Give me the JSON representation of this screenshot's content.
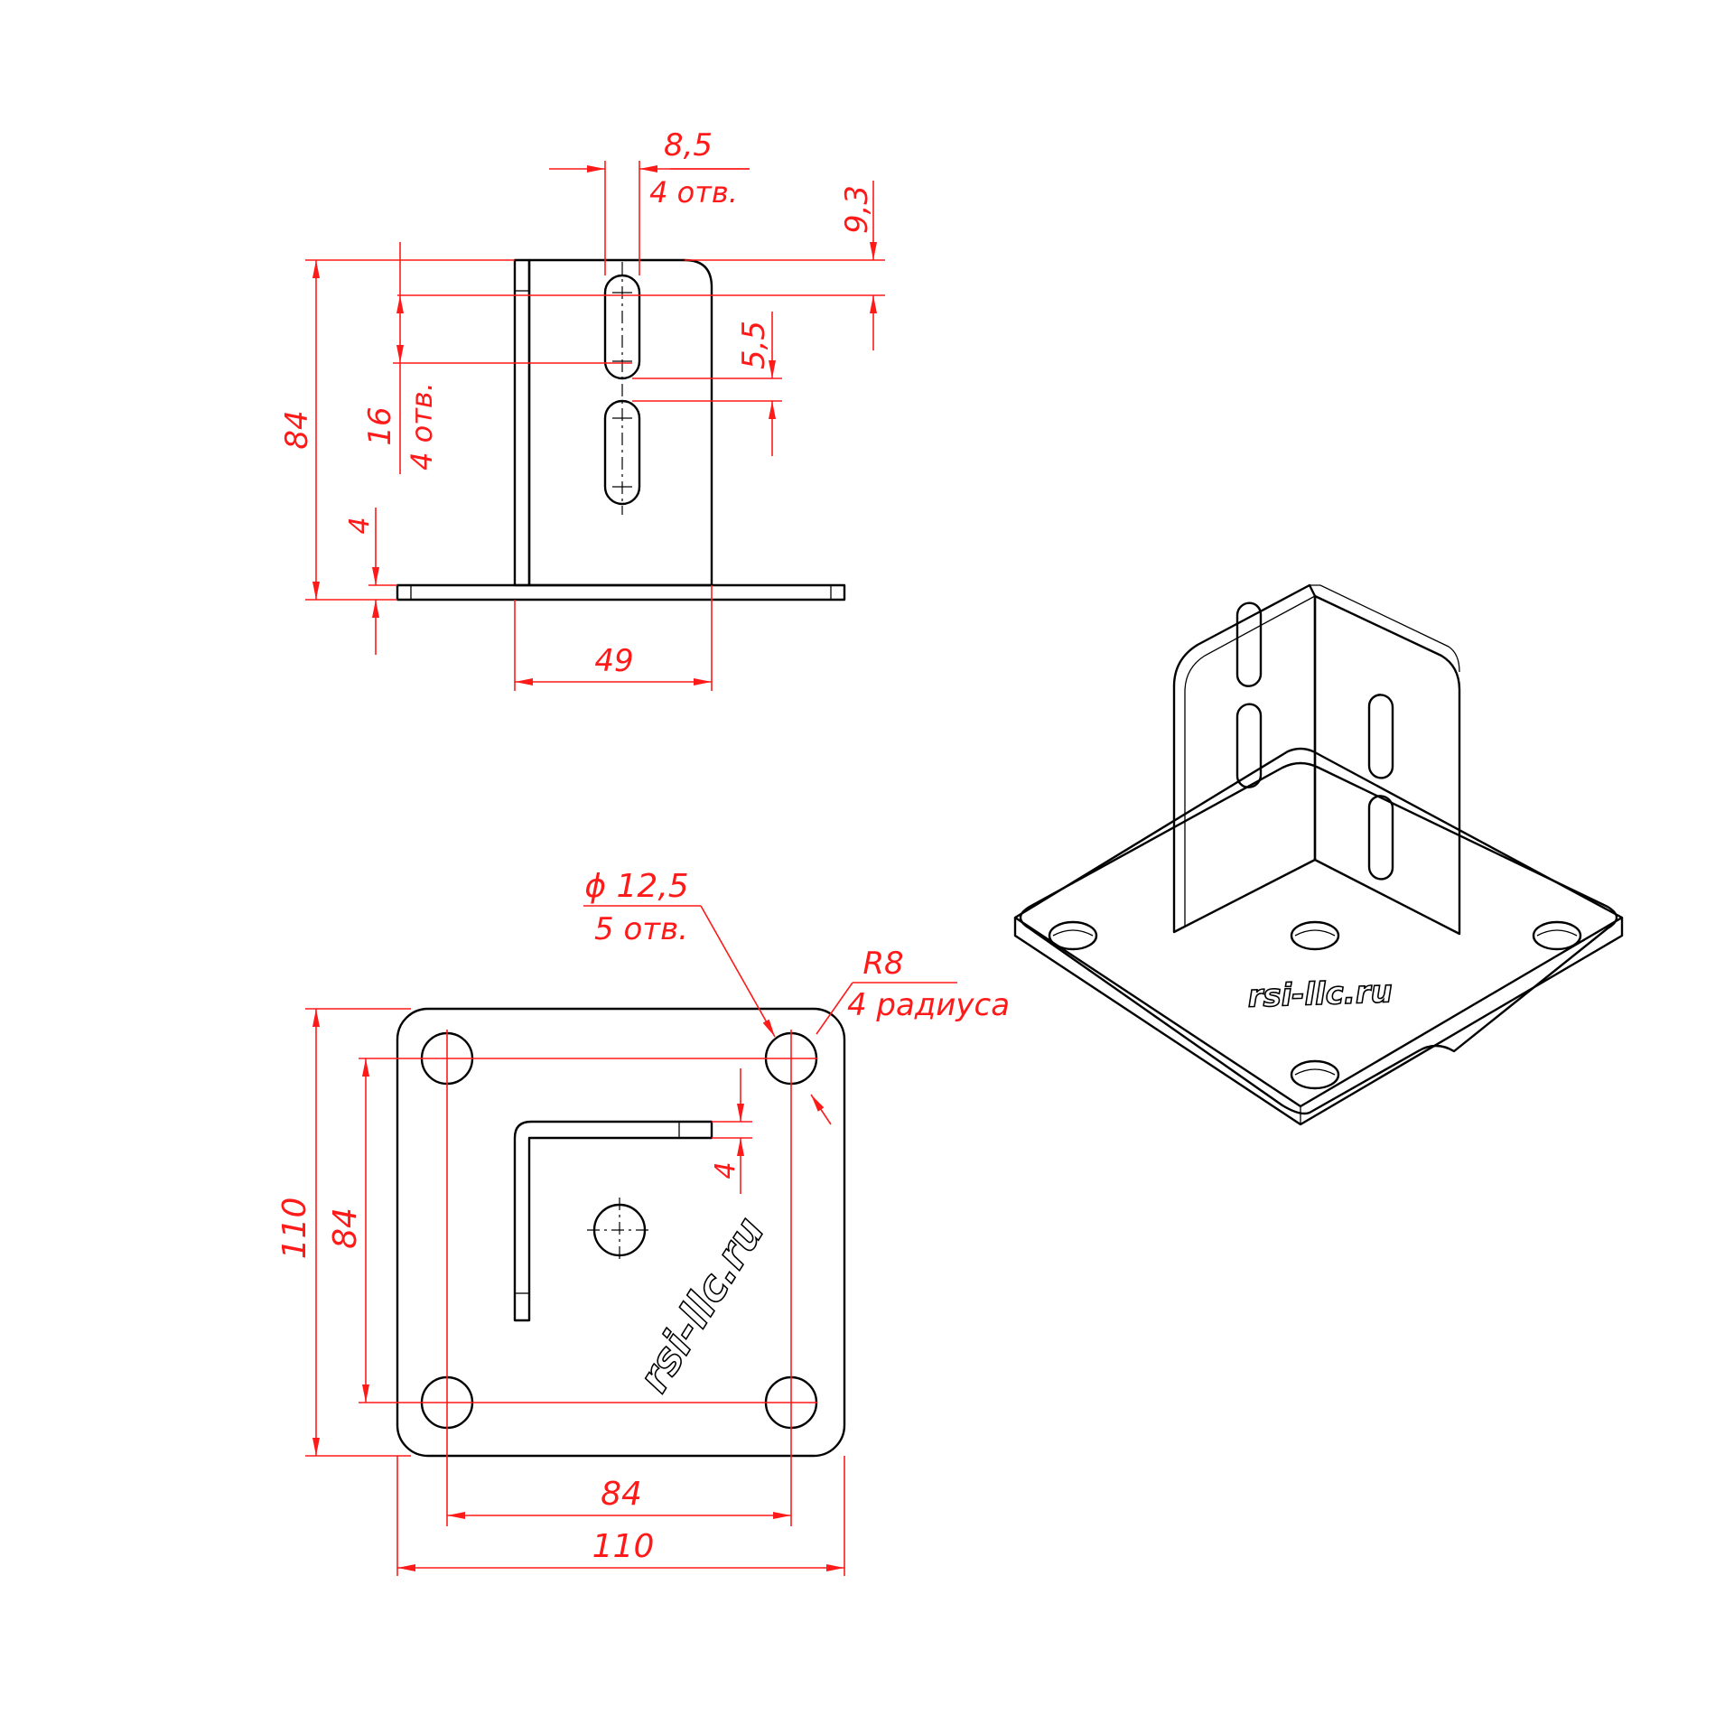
{
  "front_view": {
    "hole_width": "8,5",
    "hole_width_count": "4 отв.",
    "top_offset": "9,3",
    "hole_gap": "5,5",
    "total_height": "84",
    "slot_length": "16",
    "slot_count": "4 отв.",
    "plate_thickness": "4",
    "flange_width": "49"
  },
  "top_view": {
    "hole_diameter": "ϕ 12,5",
    "hole_count": "5 отв.",
    "corner_radius": "R8",
    "corner_radius_count": "4 радиуса",
    "angle_thickness": "4",
    "height_outer": "110",
    "height_inner": "84",
    "width_inner": "84",
    "width_outer": "110",
    "logo": "rsi-llc.ru"
  },
  "iso_view": {
    "logo": "rsi-llc.ru"
  },
  "colors": {
    "dimension": "#ff1a1a",
    "outline": "#000000",
    "background": "#ffffff"
  }
}
